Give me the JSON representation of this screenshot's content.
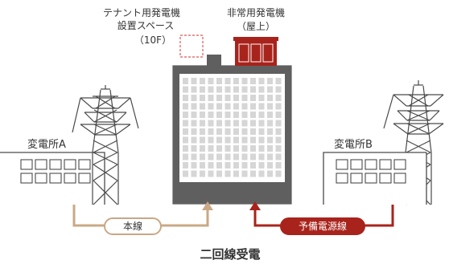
{
  "labels": {
    "tenant_generator_line1": "テナント用発電機",
    "tenant_generator_line2": "設置スペース",
    "tenant_generator_line3": "（10F）",
    "emergency_generator_line1": "非常用発電機",
    "emergency_generator_line2": "（屋上）",
    "substation_a": "変電所A",
    "substation_b": "変電所B",
    "main_line": "本線",
    "backup_line": "予備電源線",
    "caption": "二回線受電"
  },
  "colors": {
    "main_line": "#c9a886",
    "backup_line": "#a8231b",
    "tenant_space_border": "#d65a5a",
    "emergency_generator_fill": "#a8231b",
    "building_dark": "#5f5f5f",
    "building_window": "#d6d6d6",
    "outline": "#4a4a4a",
    "text": "#333333"
  },
  "icons": {
    "tower_left": "transmission-tower-icon",
    "tower_right": "transmission-tower-icon",
    "building": "office-building-icon",
    "generator": "generator-icon"
  }
}
